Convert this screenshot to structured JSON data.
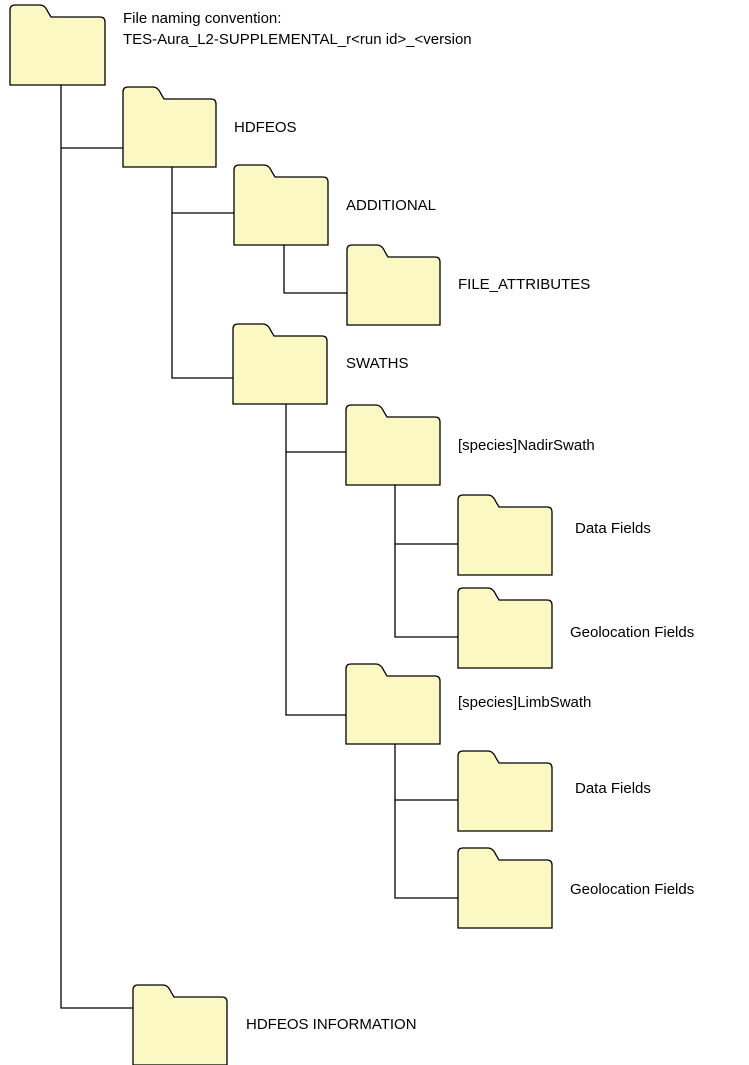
{
  "naming": {
    "line1": "File naming convention:",
    "line2": "TES-Aura_L2-SUPPLEMENTAL_r<run id>_<version"
  },
  "folders": {
    "root": "",
    "hdfeos": "HDFEOS",
    "additional": "ADDITIONAL",
    "file_attributes": "FILE_ATTRIBUTES",
    "swaths": "SWATHS",
    "nadir_swath": "[species]NadirSwath",
    "nadir_data_fields": "Data Fields",
    "nadir_geolocation_fields": "Geolocation Fields",
    "limb_swath": "[species]LimbSwath",
    "limb_data_fields": "Data Fields",
    "limb_geolocation_fields": "Geolocation Fields",
    "hdfeos_information": "HDFEOS INFORMATION"
  },
  "colors": {
    "folder_fill": "#fcf8c4",
    "outline": "#000000"
  },
  "icons": {
    "folder": "folder-icon"
  }
}
